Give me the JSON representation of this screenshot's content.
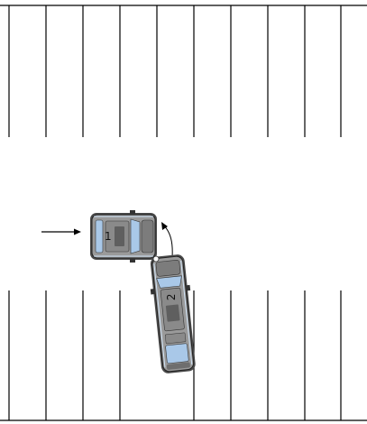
{
  "diagram": {
    "kind": "parking-lot-collision-sketch",
    "cars": [
      {
        "label": "1",
        "heading": "east"
      },
      {
        "label": "2",
        "heading": "north"
      }
    ],
    "arrows": [
      {
        "meaning": "car-1-direction-of-travel",
        "style": "straight"
      },
      {
        "meaning": "car-2-turning-path",
        "style": "curved"
      }
    ],
    "parking_rows": [
      {
        "side": "top",
        "stall_lines": 10
      },
      {
        "side": "bottom",
        "stall_lines": 10
      }
    ],
    "colors": {
      "line": "#000000",
      "car_body": "#9a9a9a",
      "car_window": "#a9c8e8",
      "car_roof": "#6e6e6e",
      "background": "#ffffff"
    }
  }
}
